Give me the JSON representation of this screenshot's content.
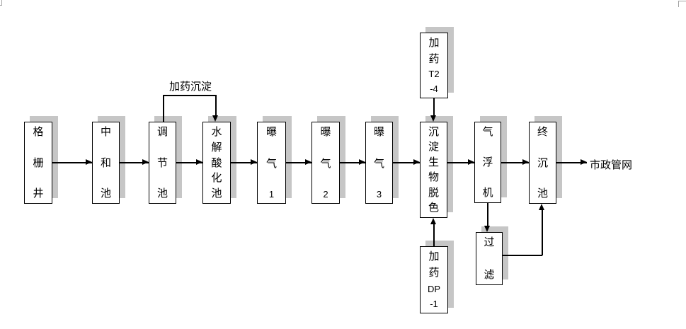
{
  "nodes": {
    "grid_well": {
      "label": "格栅井",
      "lines": [
        "格",
        "栅",
        "井"
      ]
    },
    "neutralization": {
      "label": "中和池",
      "lines": [
        "中",
        "和",
        "池"
      ]
    },
    "regulating": {
      "label": "调节池",
      "lines": [
        "调",
        "节",
        "池"
      ]
    },
    "hydrolysis": {
      "label": "水解酸化池",
      "lines": [
        "水",
        "解",
        "酸",
        "化",
        "池"
      ]
    },
    "aeration1": {
      "label": "曝气1",
      "lines": [
        "曝",
        "气",
        "1"
      ]
    },
    "aeration2": {
      "label": "曝气2",
      "lines": [
        "曝",
        "气",
        "2"
      ]
    },
    "aeration3": {
      "label": "曝气3",
      "lines": [
        "曝",
        "气",
        "3"
      ]
    },
    "sed_bio_decolor": {
      "label": "沉淀生物脱色",
      "lines": [
        "沉",
        "淀",
        "生",
        "物",
        "脱",
        "色"
      ]
    },
    "air_flotation": {
      "label": "气浮机",
      "lines": [
        "气",
        "浮",
        "机"
      ]
    },
    "final_sed": {
      "label": "终沉池",
      "lines": [
        "终",
        "沉",
        "池"
      ]
    },
    "dosing_t24": {
      "label": "加药T2-4",
      "lines": [
        "加",
        "药",
        "T2",
        "-4"
      ]
    },
    "dosing_dp1": {
      "label": "加药DP-1",
      "lines": [
        "加",
        "药",
        "DP",
        "-1"
      ]
    },
    "filter": {
      "label": "过滤",
      "lines": [
        "过",
        "滤"
      ]
    }
  },
  "labels": {
    "dosing_sedimentation": "加药沉淀",
    "municipal_network": "市政管网"
  },
  "flow_sequence": [
    "格栅井",
    "中和池",
    "调节池",
    "水解酸化池",
    "曝气1",
    "曝气2",
    "曝气3",
    "沉淀生物脱色",
    "气浮机",
    "终沉池",
    "市政管网"
  ],
  "side_connections": [
    {
      "from": "调节池",
      "to": "水解酸化池",
      "label": "加药沉淀",
      "via": "top"
    },
    {
      "from": "加药T2-4",
      "to": "沉淀生物脱色",
      "via": "top"
    },
    {
      "from": "加药DP-1",
      "to": "沉淀生物脱色",
      "via": "bottom"
    },
    {
      "from": "气浮机",
      "to": "过滤",
      "via": "bottom"
    },
    {
      "from": "过滤",
      "to": "终沉池",
      "via": "bottom"
    }
  ],
  "colors": {
    "box_fill": "#ffffff",
    "box_border": "#000000",
    "box_shadow": "#c6c6c6",
    "line": "#000000",
    "edge_mark": "#a3a3a3"
  }
}
